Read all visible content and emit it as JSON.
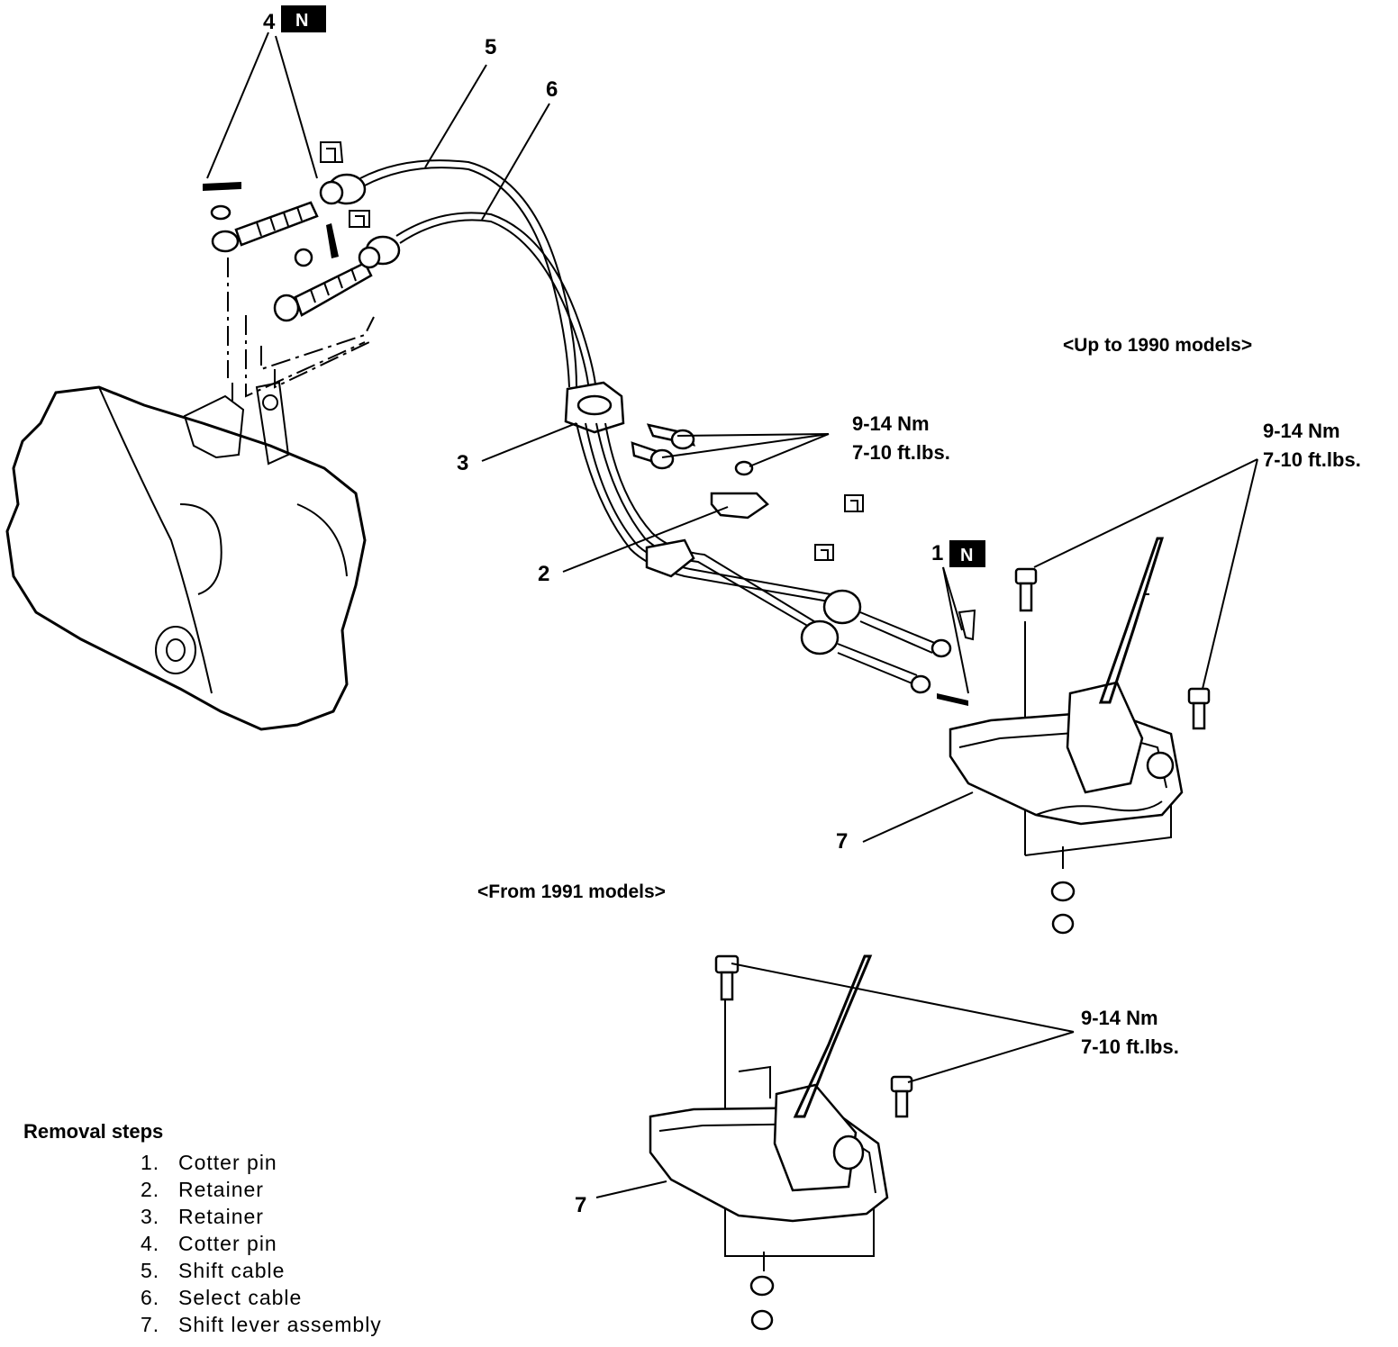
{
  "labels": {
    "part_4": "4",
    "part_5": "5",
    "part_6": "6",
    "part_3": "3",
    "part_2": "2",
    "part_1": "1",
    "part_7_upper": "7",
    "part_7_lower": "7",
    "new_part_badge": "N"
  },
  "captions": {
    "up_to_1990": "<Up to 1990 models>",
    "from_1991": "<From 1991 models>"
  },
  "torque": {
    "cable_bracket": {
      "nm": "9-14 Nm",
      "ftlbs": "7-10 ft.lbs."
    },
    "lever_1990": {
      "nm": "9-14 Nm",
      "ftlbs": "7-10 ft.lbs."
    },
    "lever_1991": {
      "nm": "9-14 Nm",
      "ftlbs": "7-10 ft.lbs."
    }
  },
  "removal_steps": {
    "title": "Removal steps",
    "items": [
      {
        "num": "1.",
        "text": "Cotter pin"
      },
      {
        "num": "2.",
        "text": "Retainer"
      },
      {
        "num": "3.",
        "text": "Retainer"
      },
      {
        "num": "4.",
        "text": "Cotter pin"
      },
      {
        "num": "5.",
        "text": "Shift  cable"
      },
      {
        "num": "6.",
        "text": "Select  cable"
      },
      {
        "num": "7.",
        "text": "Shift  lever  assembly"
      }
    ]
  }
}
